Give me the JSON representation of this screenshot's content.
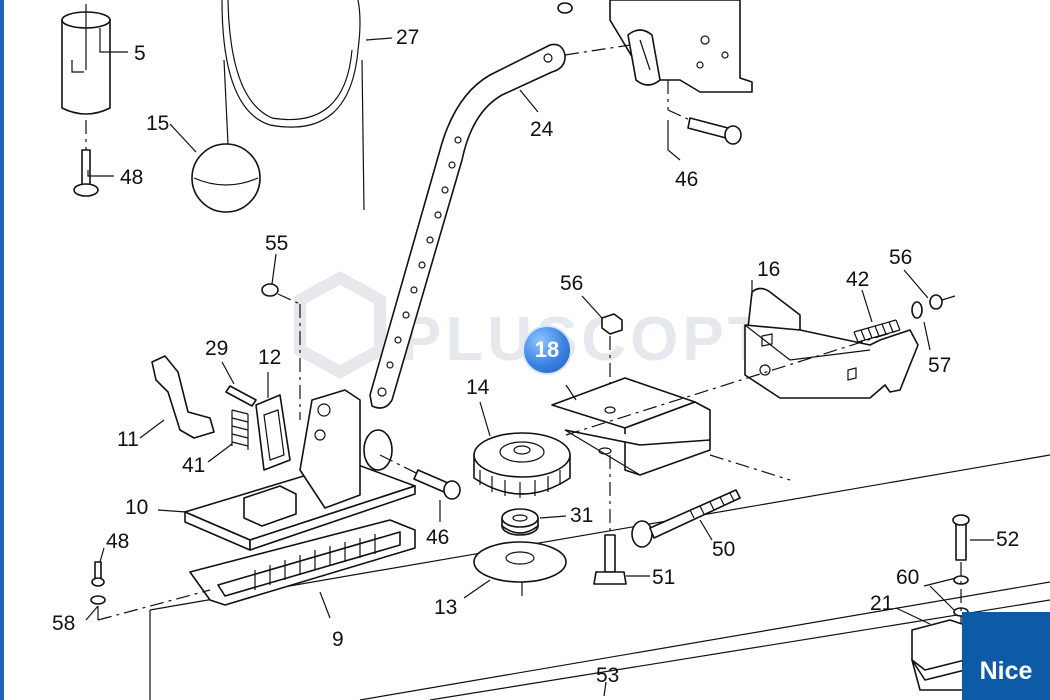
{
  "watermark": "PLUSCOPT",
  "badge": "18",
  "brand": "Nice",
  "part_labels": {
    "p5": "5",
    "p15": "15",
    "p48a": "48",
    "p27": "27",
    "p24": "24",
    "p46a": "46",
    "p55": "55",
    "p29": "29",
    "p12": "12",
    "p11": "11",
    "p41": "41",
    "p10": "10",
    "p46b": "46",
    "p48b": "48",
    "p58": "58",
    "p9": "9",
    "p14": "14",
    "p56a": "56",
    "p31": "31",
    "p13": "13",
    "p51": "51",
    "p50": "50",
    "p16": "16",
    "p42": "42",
    "p56b": "56",
    "p57": "57",
    "p52": "52",
    "p60": "60",
    "p21": "21",
    "p53": "53"
  }
}
